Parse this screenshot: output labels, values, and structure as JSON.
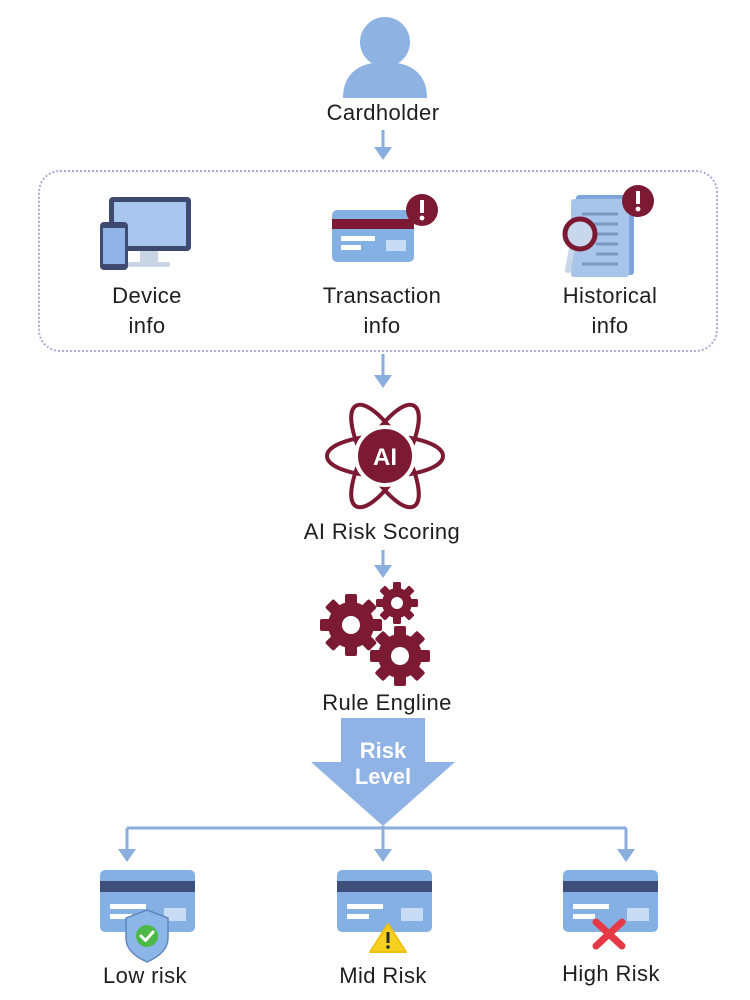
{
  "cardholder": {
    "label": "Cardholder"
  },
  "inputs": [
    {
      "line1": "Device",
      "line2": "info",
      "icon": "devices-icon"
    },
    {
      "line1": "Transaction",
      "line2": "info",
      "icon": "card-alert-icon"
    },
    {
      "line1": "Historical",
      "line2": "info",
      "icon": "document-search-icon"
    }
  ],
  "ai": {
    "badge": "AI",
    "label": "AI Risk Scoring"
  },
  "rules": {
    "label": "Rule Engline"
  },
  "risk_arrow": {
    "line1": "Risk",
    "line2": "Level"
  },
  "outcomes": [
    {
      "label": "Low risk",
      "icon": "shield-check-icon"
    },
    {
      "label": "Mid Risk",
      "icon": "warning-icon"
    },
    {
      "label": "High Risk",
      "icon": "x-icon"
    }
  ],
  "colors": {
    "accent_blue": "#8aaede",
    "card_blue": "#85b0e3",
    "card_stripe": "#3d4f7a",
    "maroon": "#7d1a33",
    "warning_yellow": "#f5d21f",
    "cross_red": "#e53a45",
    "check_green": "#4cb848"
  }
}
